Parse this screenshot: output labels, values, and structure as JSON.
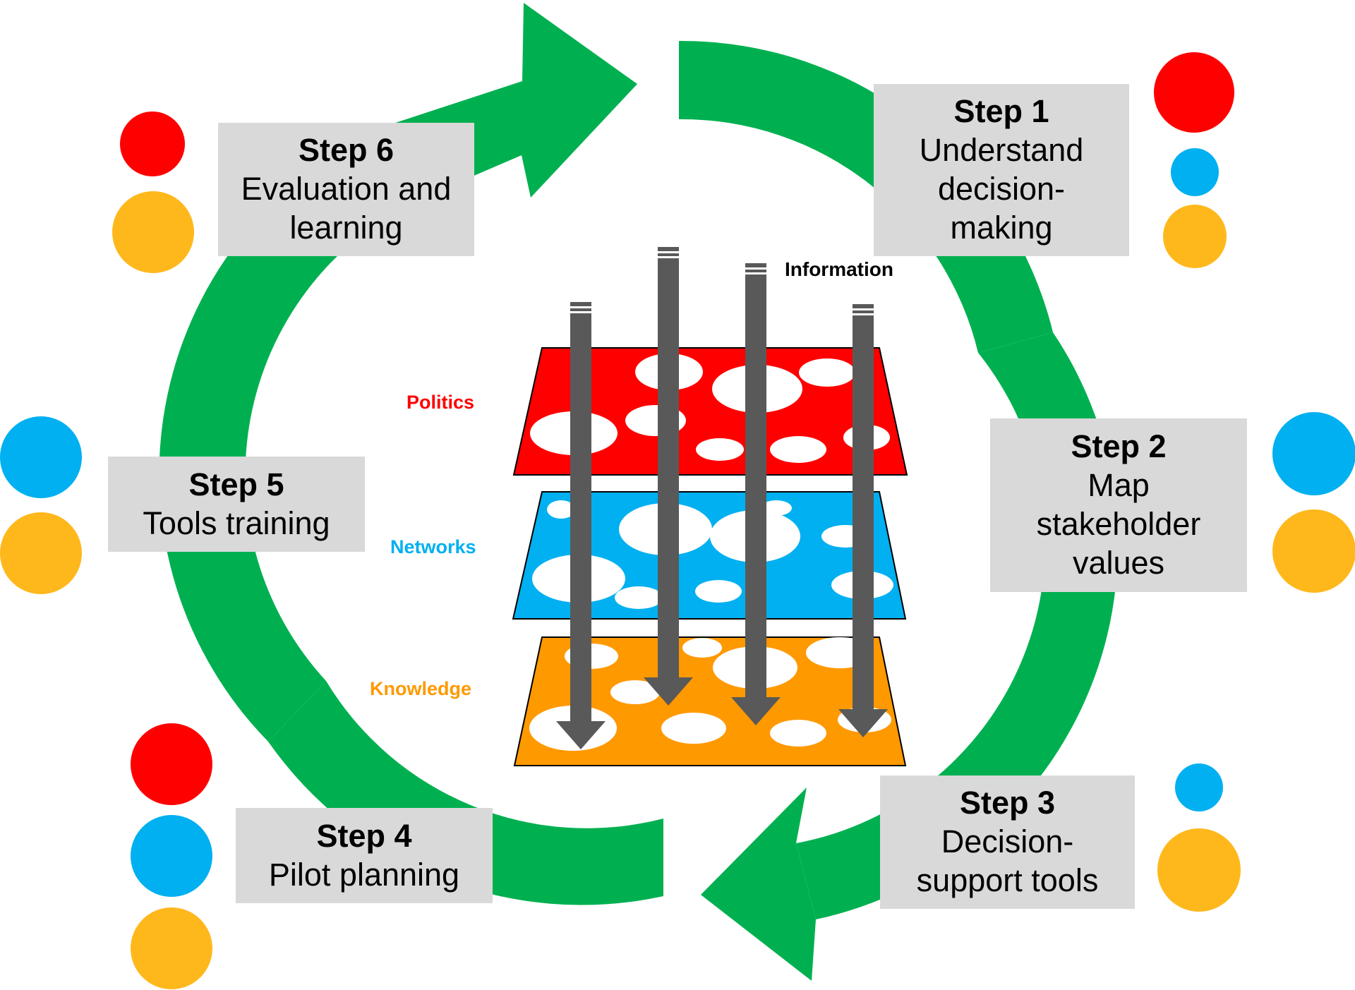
{
  "colors": {
    "cycle_arrow": "#00b050",
    "politics": "#ff0000",
    "networks": "#00b0f0",
    "knowledge": "#ff9900",
    "dot_red": "#ff0000",
    "dot_blue": "#00b0f0",
    "dot_yellow": "#ffb81c",
    "box_bg": "#d9d9d9",
    "info_arrow": "#595959"
  },
  "steps": [
    {
      "title": "Step 1",
      "line1": "Understand",
      "line2": "decision-",
      "line3": "making",
      "dots": [
        "dot_red",
        "dot_blue",
        "dot_yellow"
      ]
    },
    {
      "title": "Step 2",
      "line1": "Map",
      "line2": "stakeholder",
      "line3": "values",
      "dots": [
        "dot_blue",
        "dot_yellow"
      ]
    },
    {
      "title": "Step 3",
      "line1": "Decision-",
      "line2": "support tools",
      "dots": [
        "dot_blue",
        "dot_yellow"
      ]
    },
    {
      "title": "Step 4",
      "line1": "Pilot planning",
      "dots": [
        "dot_red",
        "dot_blue",
        "dot_yellow"
      ]
    },
    {
      "title": "Step 5",
      "line1": "Tools training",
      "dots": [
        "dot_blue",
        "dot_yellow"
      ]
    },
    {
      "title": "Step 6",
      "line1": "Evaluation and",
      "line2": "learning",
      "dots": [
        "dot_red",
        "dot_yellow"
      ]
    }
  ],
  "layers": {
    "politics": "Politics",
    "networks": "Networks",
    "knowledge": "Knowledge",
    "information": "Information"
  }
}
